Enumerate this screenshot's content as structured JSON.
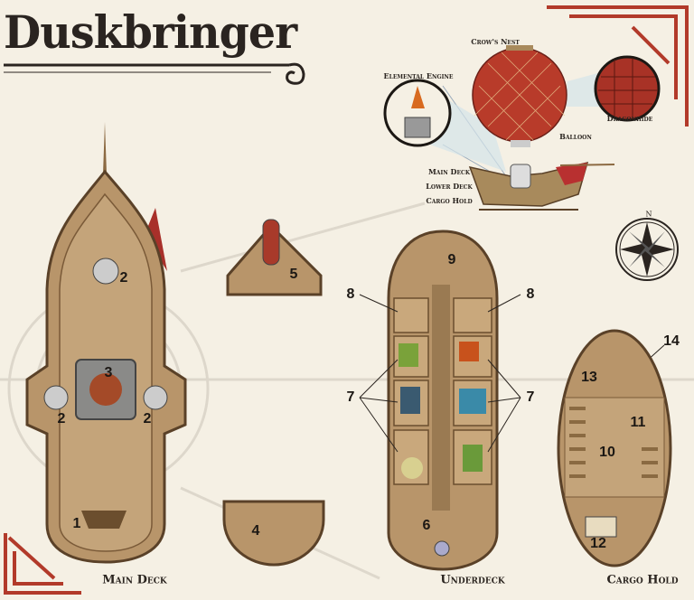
{
  "title": "Duskbringer",
  "airship_diagram": {
    "labels": {
      "crows_nest": "Crow's Nest",
      "elemental_engine": "Elemental Engine",
      "dragonhide": "Dragonhide",
      "balloon": "Balloon",
      "main_deck": "Main Deck",
      "lower_deck": "Lower Deck",
      "cargo_hold": "Cargo Hold"
    },
    "colors": {
      "balloon": "#b83b2a",
      "hull": "#a88a5c",
      "parchment": "#f5f0e4"
    }
  },
  "compass": {
    "north": "N"
  },
  "deck_captions": {
    "main_deck": "Main Deck",
    "underdeck": "Underdeck",
    "cargo_hold": "Cargo Hold"
  },
  "area_numbers": {
    "main_deck": [
      "1",
      "2",
      "2",
      "2",
      "3"
    ],
    "room_4": "4",
    "room_5": "5",
    "underdeck": [
      "6",
      "7",
      "7",
      "8",
      "8",
      "9"
    ],
    "cargo_hold": [
      "10",
      "11",
      "12",
      "13",
      "14"
    ]
  }
}
